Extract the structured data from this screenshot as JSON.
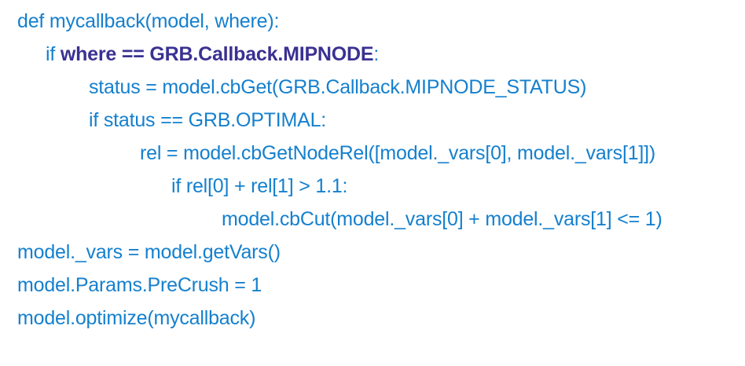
{
  "figure": {
    "kind": "code-snippet",
    "language": "python",
    "background_color": "#ffffff",
    "default_text_color": "#1580ce",
    "highlight_text_color": "#3a3192"
  },
  "code": {
    "lines": [
      {
        "indent": 0,
        "tokens": [
          {
            "text": "def mycallback(model, where):",
            "style": "plain"
          }
        ]
      },
      {
        "indent": 1,
        "tokens": [
          {
            "text": "if ",
            "style": "plain"
          },
          {
            "text": "where == GRB.Callback.MIPNODE",
            "style": "highlight"
          },
          {
            "text": ":",
            "style": "plain"
          }
        ]
      },
      {
        "indent": 2,
        "tokens": [
          {
            "text": "status = model.cbGet(GRB.Callback.MIPNODE_STATUS)",
            "style": "plain"
          }
        ]
      },
      {
        "indent": 2,
        "tokens": [
          {
            "text": "if status == GRB.OPTIMAL:",
            "style": "plain"
          }
        ]
      },
      {
        "indent": 3,
        "tokens": [
          {
            "text": "rel = model.cbGetNodeRel([model._vars[0], model._vars[1]])",
            "style": "plain"
          }
        ]
      },
      {
        "indent": 4,
        "tokens": [
          {
            "text": "if rel[0] + rel[1] > 1.1:",
            "style": "plain"
          }
        ]
      },
      {
        "indent": 5,
        "tokens": [
          {
            "text": "model.cbCut(model._vars[0] + model._vars[1] <= 1)",
            "style": "plain"
          }
        ]
      },
      {
        "indent": 0,
        "tokens": [
          {
            "text": "model._vars = model.getVars()",
            "style": "plain"
          }
        ]
      },
      {
        "indent": 0,
        "tokens": [
          {
            "text": "model.Params.PreCrush = 1",
            "style": "plain"
          }
        ]
      },
      {
        "indent": 0,
        "tokens": [
          {
            "text": "model.optimize(mycallback)",
            "style": "plain"
          }
        ]
      }
    ]
  }
}
